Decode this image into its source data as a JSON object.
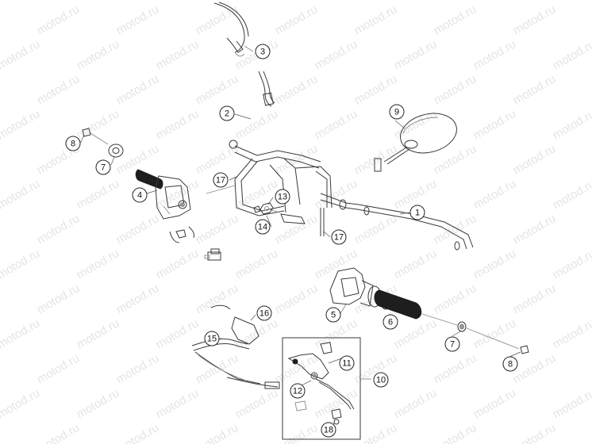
{
  "watermark": {
    "text": "motod.ru"
  },
  "callouts": [
    {
      "id": "c3",
      "label": "3"
    },
    {
      "id": "c2",
      "label": "2"
    },
    {
      "id": "c9",
      "label": "9"
    },
    {
      "id": "c8a",
      "label": "8"
    },
    {
      "id": "c7a",
      "label": "7"
    },
    {
      "id": "c17a",
      "label": "17"
    },
    {
      "id": "c4",
      "label": "4"
    },
    {
      "id": "c13",
      "label": "13"
    },
    {
      "id": "c1",
      "label": "1"
    },
    {
      "id": "c14",
      "label": "14"
    },
    {
      "id": "c17b",
      "label": "17"
    },
    {
      "id": "c16",
      "label": "16"
    },
    {
      "id": "c5",
      "label": "5"
    },
    {
      "id": "c6",
      "label": "6"
    },
    {
      "id": "c15",
      "label": "15"
    },
    {
      "id": "c7b",
      "label": "7"
    },
    {
      "id": "c11",
      "label": "11"
    },
    {
      "id": "c8b",
      "label": "8"
    },
    {
      "id": "c10",
      "label": "10"
    },
    {
      "id": "c12",
      "label": "12"
    },
    {
      "id": "c18",
      "label": "18"
    }
  ]
}
